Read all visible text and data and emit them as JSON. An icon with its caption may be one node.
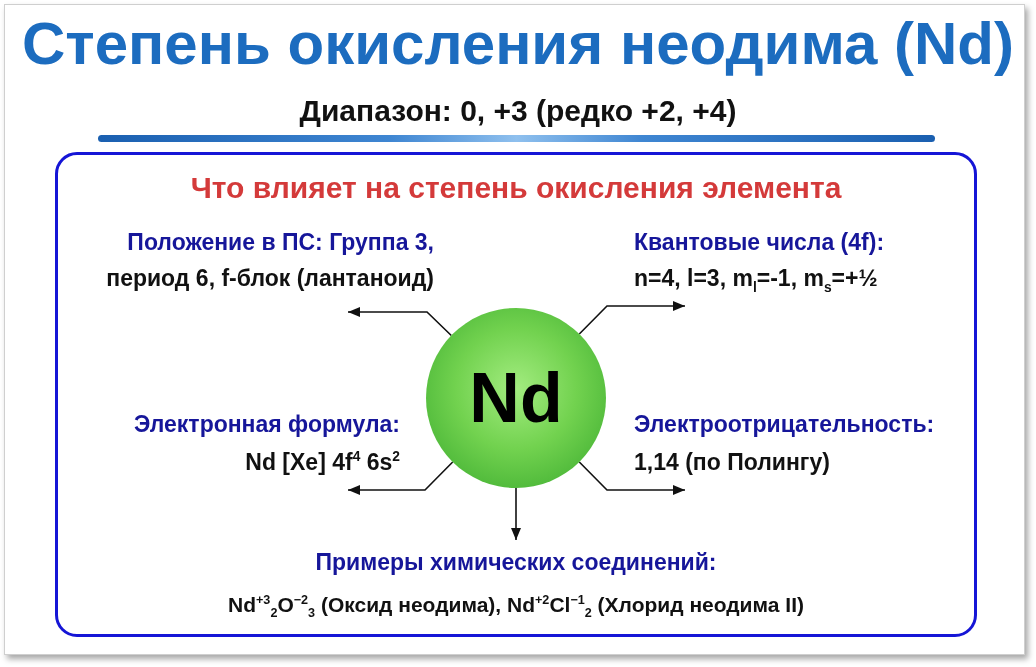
{
  "diagram": {
    "title": "Степень окисления неодима (**Nd**)",
    "nodes": [
      {
        "text": [
          "Что влияет на степень окисления элемента"
        ]
      },
      {
        "text": [
          "Nd"
        ],
        "in": 0
      },
      {
        "text": [
          "Положение в ПС: Группа 3,",
          "период 6, f-блок (лантаноид)"
        ],
        "in": 0
      },
      {
        "text": [
          "Квантовые числа (4f):",
          "n=4, l=3, m$_{l}$=-1, m$_{s}$=+½"
        ],
        "in": 0
      },
      {
        "text": [
          "Электронная формула:",
          "Nd [Xe] 4f$^{4}$ 6s$^{2}$"
        ],
        "in": 0
      },
      {
        "text": [
          "Электроотрицательность:",
          "1,14 (по Полингу)"
        ],
        "in": 0
      },
      {
        "text": [
          "Примеры химических соединений:",
          "Nd$^{+3}$$_{2}$O$^{−2}$$_{3}$ (Оксид неодима), Nd$^{+2}$Cl$^{−1}$$_{2}$ (Хлорид неодима II)"
        ],
        "in": 0
      }
    ],
    "edges": [
      {
        "from": 1,
        "to": 2,
        "arrow": "to"
      },
      {
        "from": 1,
        "to": 3,
        "arrow": "to"
      },
      {
        "from": 1,
        "to": 4,
        "arrow": "to"
      },
      {
        "from": 1,
        "to": 5,
        "arrow": "to"
      },
      {
        "from": 1,
        "to": 6,
        "arrow": "to"
      }
    ],
    "labels": [
      "Диапазон: 0, +3 (редко +2, +4)"
    ]
  }
}
